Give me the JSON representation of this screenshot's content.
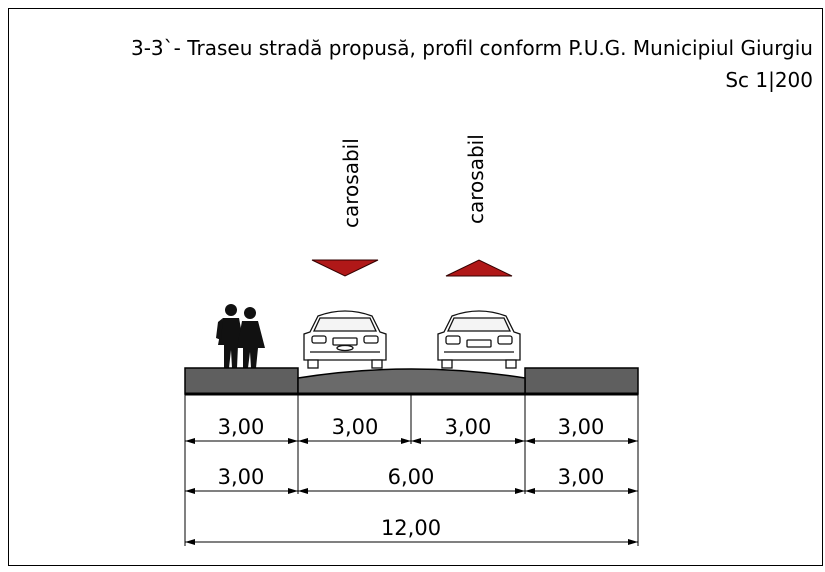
{
  "title": "3-3`- Traseu stradă propusă, profil conform P.U.G. Municipiul Giurgiu",
  "scale": "Sc 1|200",
  "lane_label_1": "carosabil",
  "lane_label_2": "carosabil",
  "colors": {
    "sidewalk": "#5f5f5f",
    "roadway": "#6a6a6a",
    "arrow": "#b01818",
    "line": "#000000"
  },
  "dimensions": {
    "row1": [
      "3,00",
      "3,00",
      "3,00",
      "3,00"
    ],
    "row2": [
      "3,00",
      "6,00",
      "3,00"
    ],
    "row3": [
      "12,00"
    ]
  }
}
